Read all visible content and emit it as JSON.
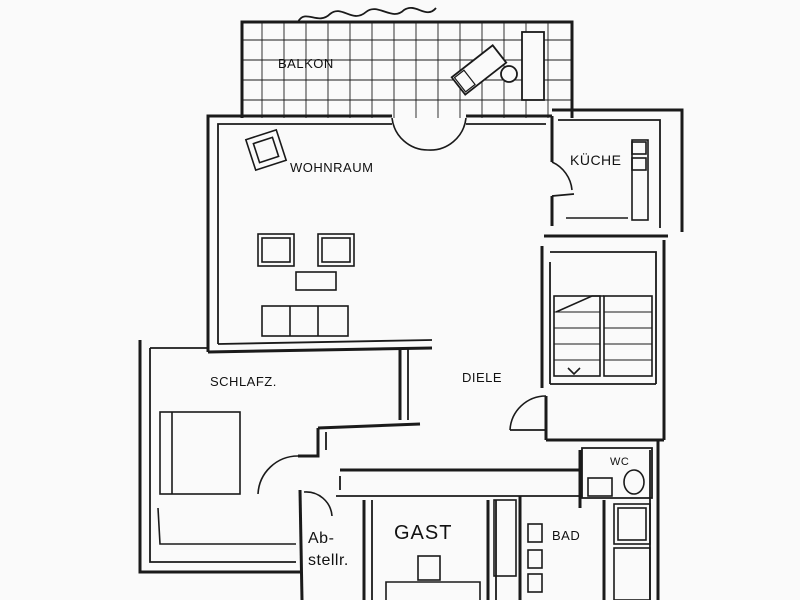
{
  "plan": {
    "rooms": {
      "balkon": "BALKON",
      "wohnraum": "WOHNRAUM",
      "kueche": "KÜCHE",
      "schlafz": "SCHLAFZ.",
      "diele": "DIELE",
      "gast": "GAST",
      "bad": "BAD",
      "abstell_1": "Ab-",
      "abstell_2": "stellr.",
      "wc": "WC"
    }
  },
  "colors": {
    "ink": "#1a1a1a",
    "paper": "#fafafa"
  }
}
